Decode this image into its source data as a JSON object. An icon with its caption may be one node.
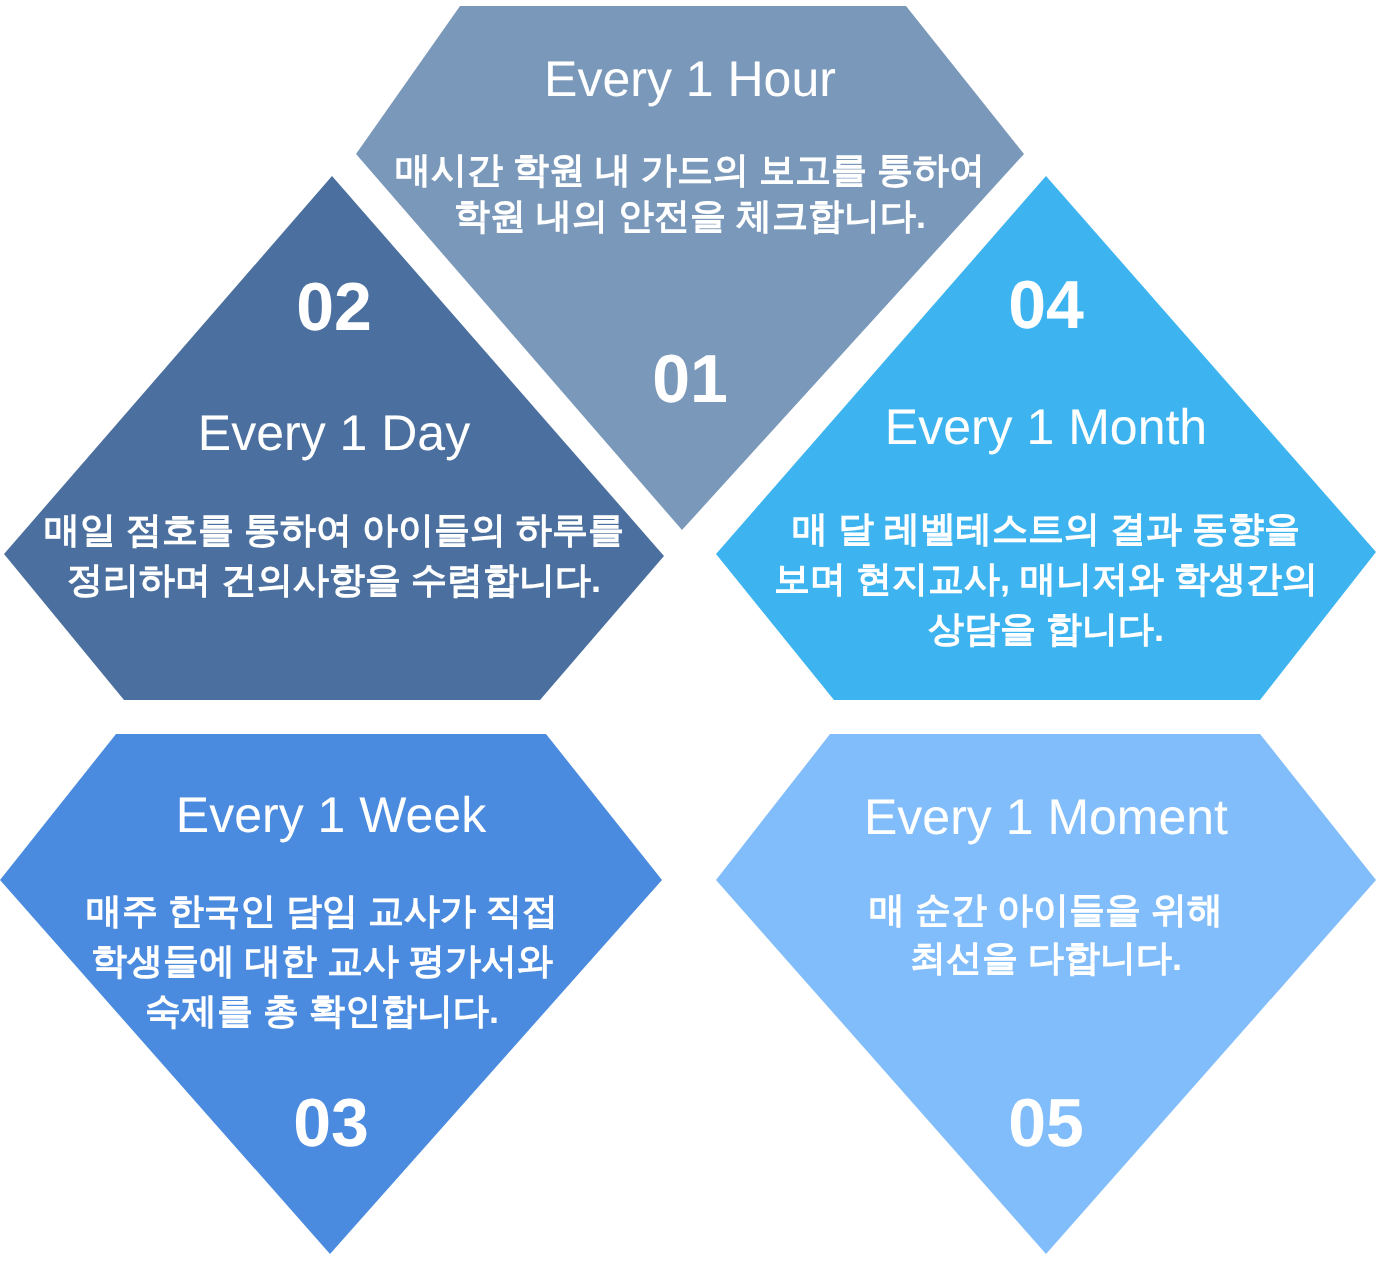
{
  "diagram": {
    "nodes": [
      {
        "text": [
          "Every 1 Hour",
          "매시간 학원 내 가드의 보고를 통하여 학원 내의 안전을 체크합니다.",
          "01"
        ]
      },
      {
        "text": [
          "02",
          "Every 1 Day",
          "매일 점호를 통하여 아이들의 하루를 정리하며 건의사항을 수렴합니다."
        ]
      },
      {
        "text": [
          "04",
          "Every 1 Month",
          "매 달 레벨테스트의 결과 동향을 보며 현지교사, 매니저와 학생간의 상담을 합니다."
        ]
      },
      {
        "text": [
          "Every 1 Week",
          "매주 한국인 담임 교사가 직접 학생들에 대한 교사 평가서와 숙제를 총 확인합니다.",
          "03"
        ]
      },
      {
        "text": [
          "Every 1 Moment",
          "매 순간 아이들을 위해 최선을 다합니다.",
          "05"
        ]
      }
    ]
  }
}
